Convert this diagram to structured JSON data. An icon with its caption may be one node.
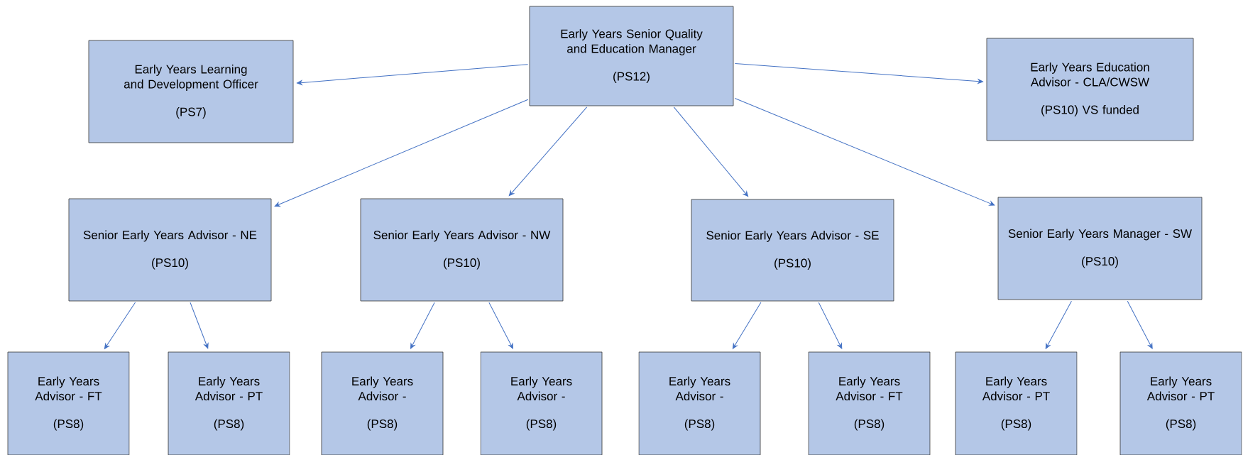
{
  "diagram": {
    "nodes": [
      {
        "text": [
          "Early Years Senior Quality and Education Manager",
          "(PS12)"
        ]
      },
      {
        "text": [
          "Early Years Learning and Development Officer",
          "(PS7)"
        ]
      },
      {
        "text": [
          "Early Years Education Advisor - CLA/CWSW",
          "(PS10) VS funded"
        ]
      },
      {
        "text": [
          "Senior Early Years Advisor - NE",
          "(PS10)"
        ]
      },
      {
        "text": [
          "Senior Early Years Advisor - NW",
          "(PS10)"
        ]
      },
      {
        "text": [
          "Senior Early Years Advisor - SE",
          "(PS10)"
        ]
      },
      {
        "text": [
          "Senior Early Years Manager - SW",
          "(PS10)"
        ]
      },
      {
        "text": [
          "Early Years Advisor - FT",
          "(PS8)"
        ]
      },
      {
        "text": [
          "Early Years Advisor - PT",
          "(PS8)"
        ]
      },
      {
        "text": [
          "Early Years Advisor -",
          "(PS8)"
        ]
      },
      {
        "text": [
          "Early Years Advisor -",
          "(PS8)"
        ]
      },
      {
        "text": [
          "Early Years Advisor -",
          "(PS8)"
        ]
      },
      {
        "text": [
          "Early Years Advisor - FT",
          "(PS8)"
        ]
      },
      {
        "text": [
          "Early Years Advisor - PT",
          "(PS8)"
        ]
      },
      {
        "text": [
          "Early Years Advisor - PT",
          "(PS8)"
        ]
      }
    ],
    "edges": [
      {
        "from": 0,
        "to": 1,
        "arrow": "to"
      },
      {
        "from": 0,
        "to": 2,
        "arrow": "to"
      },
      {
        "from": 0,
        "to": 3,
        "arrow": "to"
      },
      {
        "from": 0,
        "to": 4,
        "arrow": "to"
      },
      {
        "from": 0,
        "to": 5,
        "arrow": "to"
      },
      {
        "from": 0,
        "to": 6,
        "arrow": "to"
      },
      {
        "from": 3,
        "to": 7,
        "arrow": "to"
      },
      {
        "from": 3,
        "to": 8,
        "arrow": "to"
      },
      {
        "from": 4,
        "to": 9,
        "arrow": "to"
      },
      {
        "from": 4,
        "to": 10,
        "arrow": "to"
      },
      {
        "from": 5,
        "to": 11,
        "arrow": "to"
      },
      {
        "from": 5,
        "to": 12,
        "arrow": "to"
      },
      {
        "from": 6,
        "to": 13,
        "arrow": "to"
      },
      {
        "from": 6,
        "to": 14,
        "arrow": "to"
      }
    ]
  }
}
